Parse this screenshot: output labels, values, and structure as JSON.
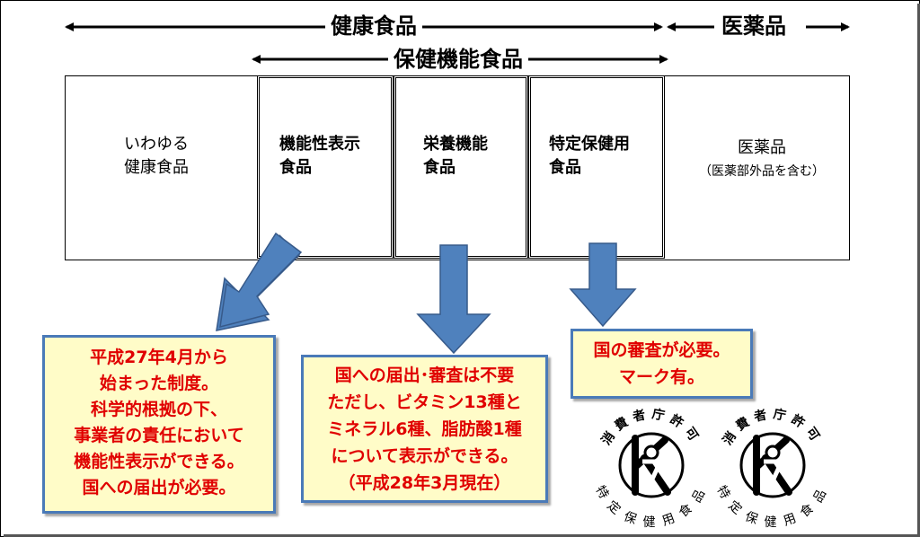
{
  "header": {
    "health_food": "健康食品",
    "pharmaceuticals": "医薬品",
    "fhc": "保健機能食品"
  },
  "categories": {
    "general": [
      "いわゆる",
      "健康食品"
    ],
    "ffc": [
      "機能性表示",
      "食品"
    ],
    "fnfc": [
      "栄養機能",
      "食品"
    ],
    "foshu": [
      "特定保健用",
      "食品"
    ],
    "drug": [
      "医薬品"
    ],
    "drug_note": "（医薬部外品を含む）"
  },
  "notes": {
    "ffc": [
      "平成27年4月から",
      "始まった制度。",
      "科学的根拠の下、",
      "事業者の責任において",
      "機能性表示ができる。",
      "国への届出が必要。"
    ],
    "fnfc": [
      "国への届出･審査は不要",
      "ただし、ビタミン13種と",
      "ミネラル6種、脂肪酸1種",
      "について表示ができる。",
      "（平成28年3月現在）"
    ],
    "foshu": [
      "国の審査が必要。",
      "マーク有。"
    ]
  },
  "seal": {
    "top_text": "消費者庁許可",
    "bottom_text": "特定保健用食品"
  },
  "colors": {
    "arrow": "#4f81bd",
    "note_bg": "#fffcc8",
    "note_text": "#e00000",
    "note_border": "#4a7ab8"
  }
}
